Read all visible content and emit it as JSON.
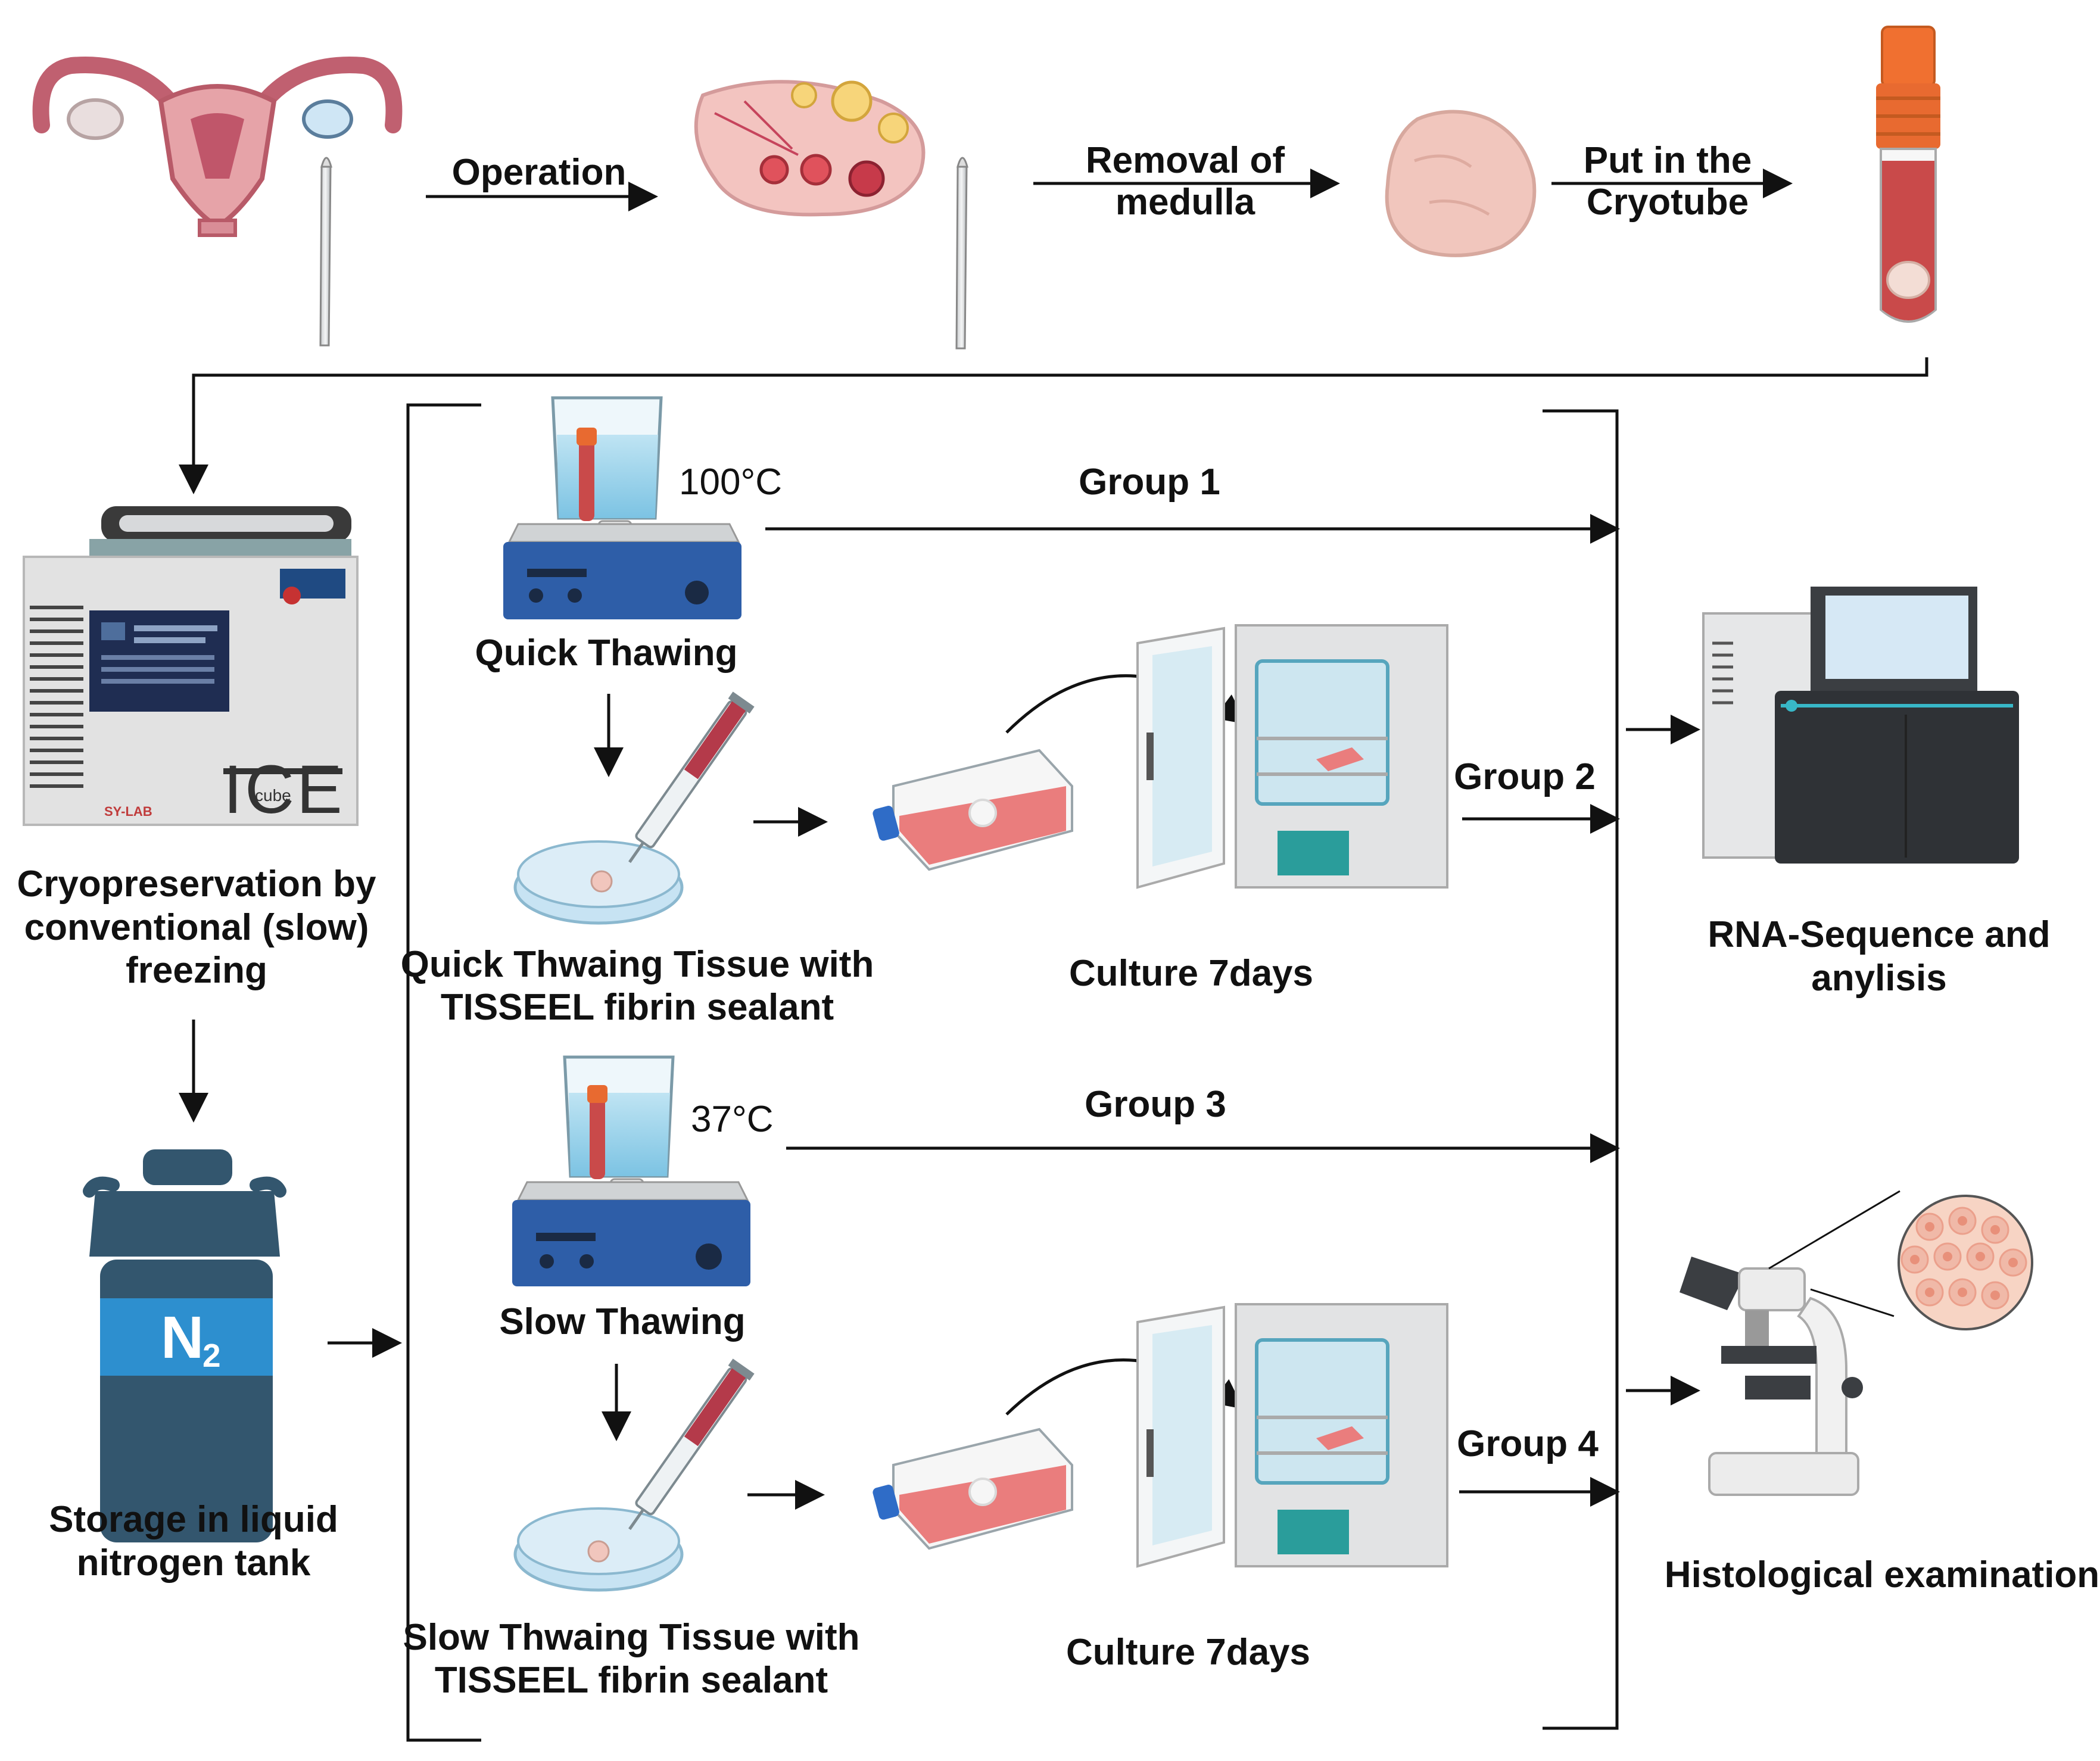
{
  "top": {
    "operation": "Operation",
    "removal_line1": "Removal of",
    "removal_line2": "medulla",
    "put_line1": "Put in the",
    "put_line2": "Cryotube"
  },
  "left": {
    "device_brand": "ICE",
    "device_sub": "cube",
    "device_maker": "SY-LAB",
    "cryo_line1": "Cryopreservation by",
    "cryo_line2": "conventional (slow)",
    "cryo_line3": "freezing",
    "tank_label": "N",
    "tank_sub": "2",
    "storage_line1": "Storage in liquid",
    "storage_line2": "nitrogen tank"
  },
  "middle": {
    "temp_quick": "100°C",
    "temp_slow": "37°C",
    "quick_thawing": "Quick Thawing",
    "slow_thawing": "Slow Thawing",
    "quick_tissue_line1": "Quick Thwaing Tissue with",
    "quick_tissue_line2": "TISSEEL fibrin sealant",
    "slow_tissue_line1": "Slow Thwaing Tissue with",
    "slow_tissue_line2": "TISSEEL fibrin sealant",
    "culture_1": "Culture 7days",
    "culture_2": "Culture 7days",
    "group1": "Group 1",
    "group2": "Group 2",
    "group3": "Group 3",
    "group4": "Group 4"
  },
  "right": {
    "rna_line1": "RNA-Sequence and",
    "rna_line2": "anylisis",
    "histo": "Histological examination"
  }
}
